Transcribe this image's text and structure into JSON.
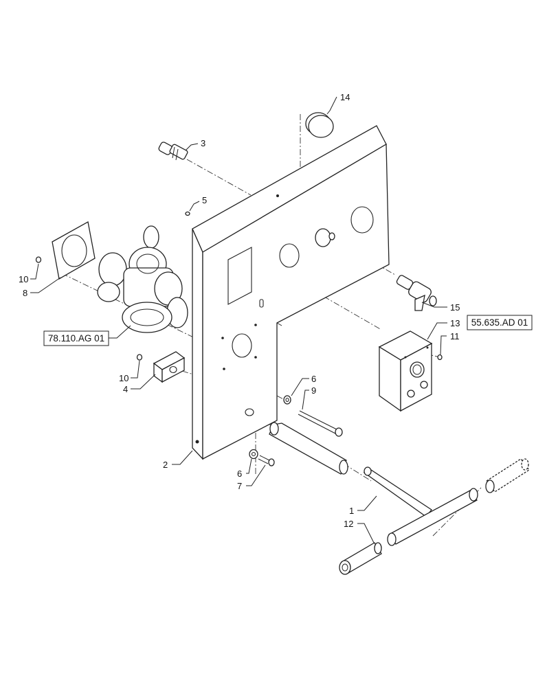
{
  "callouts": [
    {
      "id": "c14",
      "label": "14"
    },
    {
      "id": "c3",
      "label": "3"
    },
    {
      "id": "c5",
      "label": "5"
    },
    {
      "id": "c10a",
      "label": "10"
    },
    {
      "id": "c8",
      "label": "8"
    },
    {
      "id": "c15",
      "label": "15"
    },
    {
      "id": "c13",
      "label": "13"
    },
    {
      "id": "c11",
      "label": "11"
    },
    {
      "id": "c10b",
      "label": "10"
    },
    {
      "id": "c4",
      "label": "4"
    },
    {
      "id": "c6a",
      "label": "6"
    },
    {
      "id": "c9",
      "label": "9"
    },
    {
      "id": "c2",
      "label": "2"
    },
    {
      "id": "c6b",
      "label": "6"
    },
    {
      "id": "c7",
      "label": "7"
    },
    {
      "id": "c1",
      "label": "1"
    },
    {
      "id": "c12",
      "label": "12"
    }
  ],
  "references": [
    {
      "id": "r1",
      "label": "78.110.AG 01"
    },
    {
      "id": "r2",
      "label": "55.635.AD 01"
    }
  ]
}
